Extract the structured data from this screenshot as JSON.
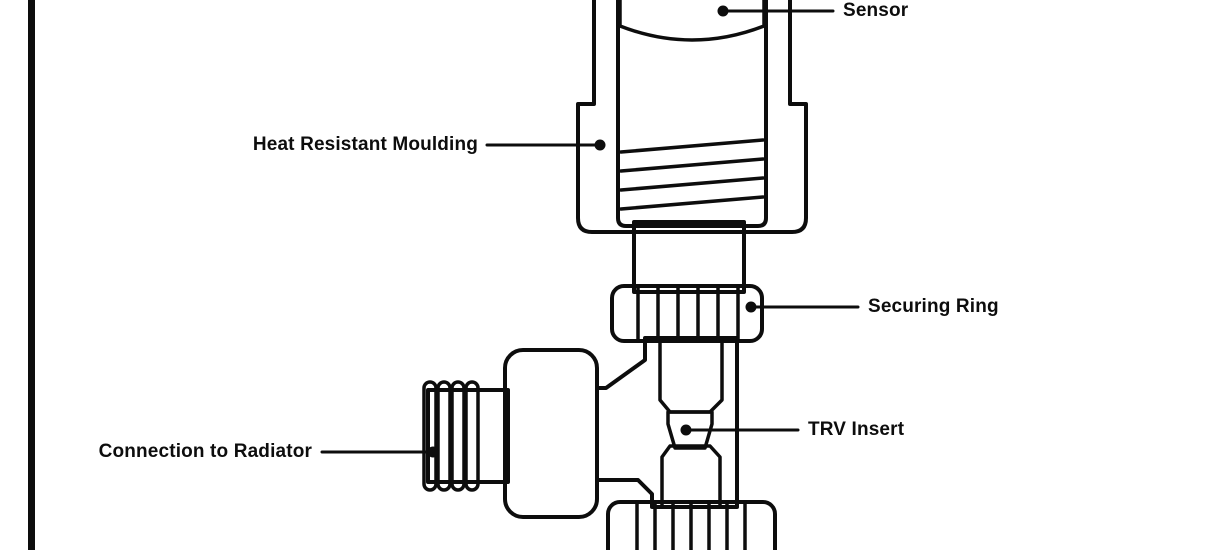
{
  "labels": {
    "sensor": "Sensor",
    "heat_resistant_moulding": "Heat Resistant Moulding",
    "securing_ring": "Securing Ring",
    "trv_insert": "TRV Insert",
    "connection_to_radiator": "Connection to Radiator"
  },
  "colors": {
    "accent_red": "#e93a2c",
    "body_gray": "#e8e6e1",
    "line_black": "#0d0d0d",
    "white": "#ffffff"
  }
}
